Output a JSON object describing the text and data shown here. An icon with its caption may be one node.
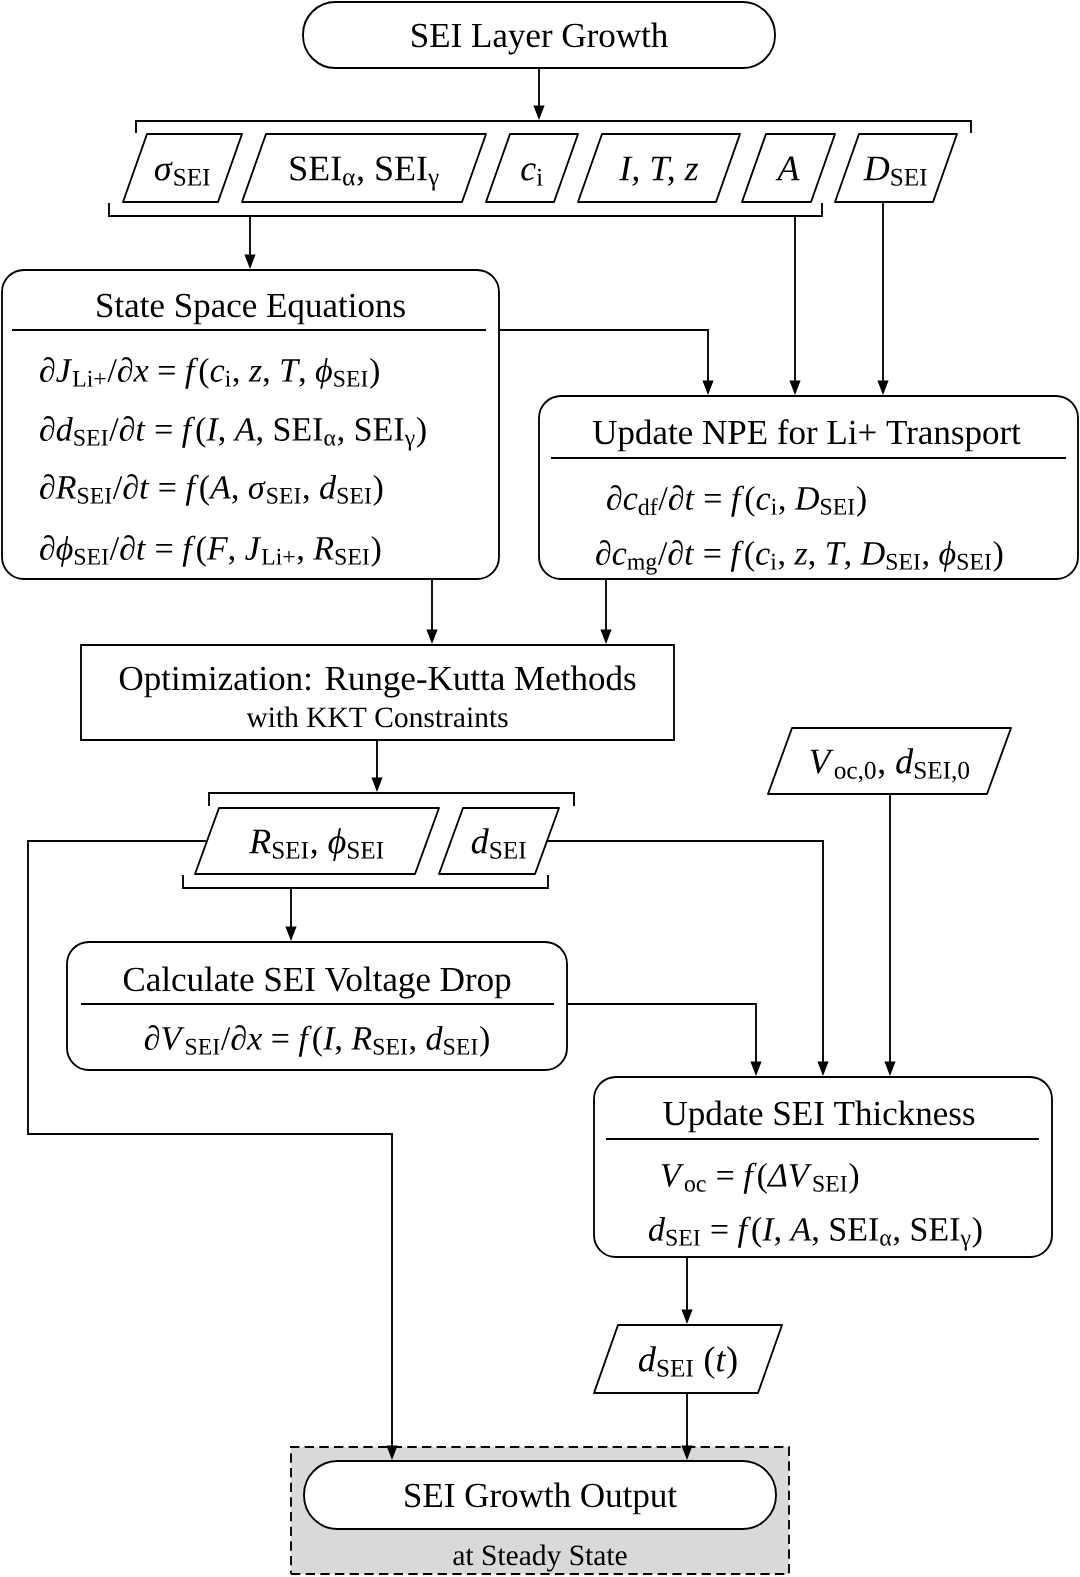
{
  "diagram": {
    "nodes": [
      {
        "text": [
          "SEI Layer Growth"
        ]
      },
      {
        "text": [],
        "shape": "bracket"
      },
      {
        "text": [
          "*σ*$_{SEI}$"
        ]
      },
      {
        "text": [
          "SEI$_{α}$, SEI$_{γ}$"
        ]
      },
      {
        "text": [
          "*c*$_{i}$"
        ]
      },
      {
        "text": [
          "I, T, z"
        ]
      },
      {
        "text": [
          "A"
        ]
      },
      {
        "text": [
          "*D*$_{SEI}$"
        ]
      },
      {
        "text": [],
        "shape": "bracket"
      },
      {
        "text": [
          "State Space Equations",
          "∂*J*$_{Li+}$/∂*x* = *f*(*c*$_{i}$, *z*, *T*, *ϕ*$_{SEI}$)",
          "∂*d*$_{SEI}$/∂*t* = *f*(*I*, *A*, SEI$_{α}$, SEI$_{γ}$)",
          "∂*R*$_{SEI}$/∂*t* = *f*(*A*, *σ*$_{SEI}$, *d*$_{SEI}$)",
          "∂*ϕ*$_{SEI}$/∂*t* = *f*(*F*, *J*$_{Li+}$, *R*$_{SEI}$)"
        ]
      },
      {
        "text": [
          "Update NPE for Li+ Transport",
          "∂*c*$_{df}$/∂*t* = *f*(*c*$_{i}$, *D*$_{SEI}$)",
          "∂*c*$_{mg}$/∂*t* = *f*(*c*$_{i}$, *z*, *T*, *D*$_{SEI}$, *ϕ*$_{SEI}$)"
        ]
      },
      {
        "text": [
          "Optimization: Runge-Kutta Methods",
          "with KKT Constraints"
        ]
      },
      {
        "text": [
          "*V*$_{oc,0}$, *d*$_{SEI,0}$"
        ]
      },
      {
        "text": [],
        "shape": "bracket"
      },
      {
        "text": [
          "*R*$_{SEI}$, *ϕ*$_{SEI}$"
        ]
      },
      {
        "text": [
          "*d*$_{SEI}$"
        ]
      },
      {
        "text": [],
        "shape": "bracket"
      },
      {
        "text": [
          "Calculate SEI Voltage Drop",
          "∂*V*$_{SEI}$/∂*x* = *f*(*I*, *R*$_{SEI}$, *d*$_{SEI}$)"
        ]
      },
      {
        "text": [
          "Update SEI Thickness",
          "*V*$_{oc}$ = *f*(*ΔV*$_{SEI}$)",
          "*d*$_{SEI}$ = *f*(*I*, *A*, SEI$_{α}$, SEI$_{γ}$)"
        ]
      },
      {
        "text": [
          "*d*$_{SEI}$ (*t*)"
        ]
      },
      {
        "text": [
          "at Steady State"
        ]
      },
      {
        "text": [
          "SEI Growth Output"
        ],
        "in": 20
      }
    ],
    "edges": [
      {
        "from": 0,
        "to": 1,
        "arrow": "to"
      },
      {
        "from": 8,
        "to": 9,
        "arrow": "to"
      },
      {
        "from": 8,
        "to": 10,
        "arrow": "to"
      },
      {
        "from": 7,
        "to": 10,
        "arrow": "to"
      },
      {
        "from": 9,
        "to": 10,
        "arrow": "to"
      },
      {
        "from": 9,
        "to": 11,
        "arrow": "to"
      },
      {
        "from": 10,
        "to": 11,
        "arrow": "to"
      },
      {
        "from": 11,
        "to": 13,
        "arrow": "to"
      },
      {
        "from": 16,
        "to": 17,
        "arrow": "to"
      },
      {
        "from": 14,
        "to": 21,
        "arrow": "to"
      },
      {
        "from": 15,
        "to": 18,
        "arrow": "to"
      },
      {
        "from": 17,
        "to": 18,
        "arrow": "to"
      },
      {
        "from": 12,
        "to": 18,
        "arrow": "to"
      },
      {
        "from": 18,
        "to": 19,
        "arrow": "to"
      },
      {
        "from": 19,
        "to": 21,
        "arrow": "to"
      }
    ]
  }
}
